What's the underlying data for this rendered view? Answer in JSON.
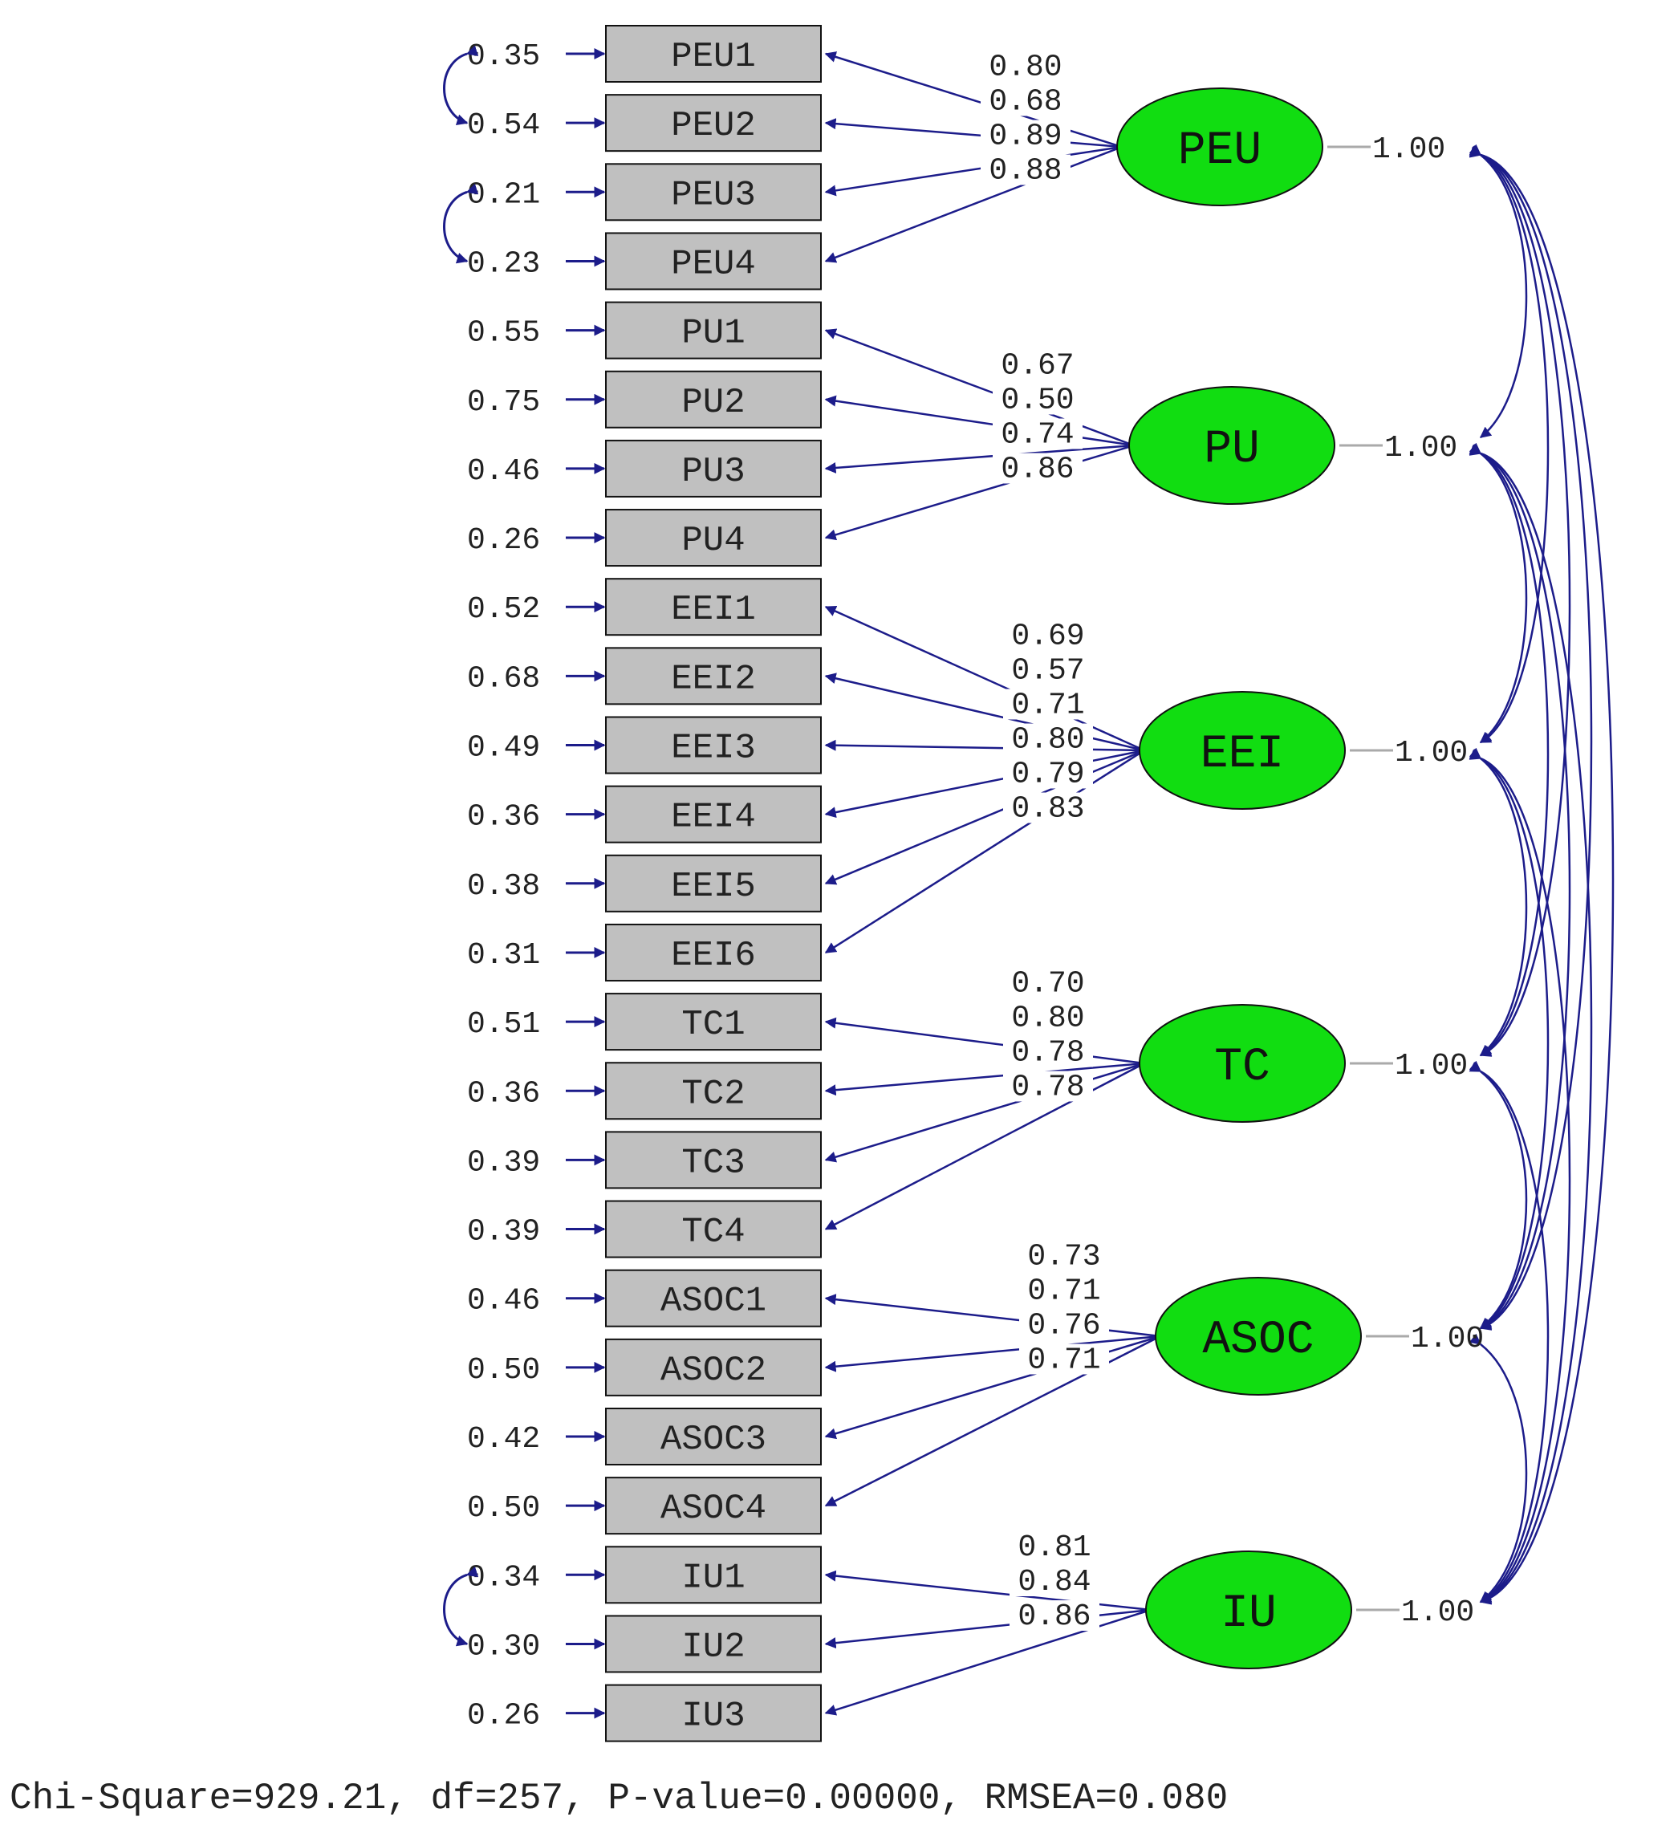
{
  "colors": {
    "line": "#1c1c8a",
    "box_fill": "#c0c0c0",
    "latent_fill": "#11dd11",
    "text": "#222222",
    "variance_line": "#aaaaaa"
  },
  "indicators": [
    {
      "label": "PEU1",
      "error": "0.35",
      "loading": "0.80",
      "factor": "PEU"
    },
    {
      "label": "PEU2",
      "error": "0.54",
      "loading": "0.68",
      "factor": "PEU"
    },
    {
      "label": "PEU3",
      "error": "0.21",
      "loading": "0.89",
      "factor": "PEU"
    },
    {
      "label": "PEU4",
      "error": "0.23",
      "loading": "0.88",
      "factor": "PEU"
    },
    {
      "label": "PU1",
      "error": "0.55",
      "loading": "0.67",
      "factor": "PU"
    },
    {
      "label": "PU2",
      "error": "0.75",
      "loading": "0.50",
      "factor": "PU"
    },
    {
      "label": "PU3",
      "error": "0.46",
      "loading": "0.74",
      "factor": "PU"
    },
    {
      "label": "PU4",
      "error": "0.26",
      "loading": "0.86",
      "factor": "PU"
    },
    {
      "label": "EEI1",
      "error": "0.52",
      "loading": "0.69",
      "factor": "EEI"
    },
    {
      "label": "EEI2",
      "error": "0.68",
      "loading": "0.57",
      "factor": "EEI"
    },
    {
      "label": "EEI3",
      "error": "0.49",
      "loading": "0.71",
      "factor": "EEI"
    },
    {
      "label": "EEI4",
      "error": "0.36",
      "loading": "0.80",
      "factor": "EEI"
    },
    {
      "label": "EEI5",
      "error": "0.38",
      "loading": "0.79",
      "factor": "EEI"
    },
    {
      "label": "EEI6",
      "error": "0.31",
      "loading": "0.83",
      "factor": "EEI"
    },
    {
      "label": "TC1",
      "error": "0.51",
      "loading": "0.70",
      "factor": "TC"
    },
    {
      "label": "TC2",
      "error": "0.36",
      "loading": "0.80",
      "factor": "TC"
    },
    {
      "label": "TC3",
      "error": "0.39",
      "loading": "0.78",
      "factor": "TC"
    },
    {
      "label": "TC4",
      "error": "0.39",
      "loading": "0.78",
      "factor": "TC"
    },
    {
      "label": "ASOC1",
      "error": "0.46",
      "loading": "0.73",
      "factor": "ASOC"
    },
    {
      "label": "ASOC2",
      "error": "0.50",
      "loading": "0.71",
      "factor": "ASOC"
    },
    {
      "label": "ASOC3",
      "error": "0.42",
      "loading": "0.76",
      "factor": "ASOC"
    },
    {
      "label": "ASOC4",
      "error": "0.50",
      "loading": "0.71",
      "factor": "ASOC"
    },
    {
      "label": "IU1",
      "error": "0.34",
      "loading": "0.81",
      "factor": "IU"
    },
    {
      "label": "IU2",
      "error": "0.30",
      "loading": "0.84",
      "factor": "IU"
    },
    {
      "label": "IU3",
      "error": "0.26",
      "loading": "0.86",
      "factor": "IU"
    }
  ],
  "latents": [
    {
      "label": "PEU",
      "variance": "1.00"
    },
    {
      "label": "PU",
      "variance": "1.00"
    },
    {
      "label": "EEI",
      "variance": "1.00"
    },
    {
      "label": "TC",
      "variance": "1.00"
    },
    {
      "label": "ASOC",
      "variance": "1.00"
    },
    {
      "label": "IU",
      "variance": "1.00"
    }
  ],
  "error_covariances": [
    [
      "PEU1",
      "PEU2"
    ],
    [
      "PEU3",
      "PEU4"
    ],
    [
      "IU1",
      "IU2"
    ]
  ],
  "fit_statistics": "Chi-Square=929.21, df=257, P-value=0.00000, RMSEA=0.080"
}
